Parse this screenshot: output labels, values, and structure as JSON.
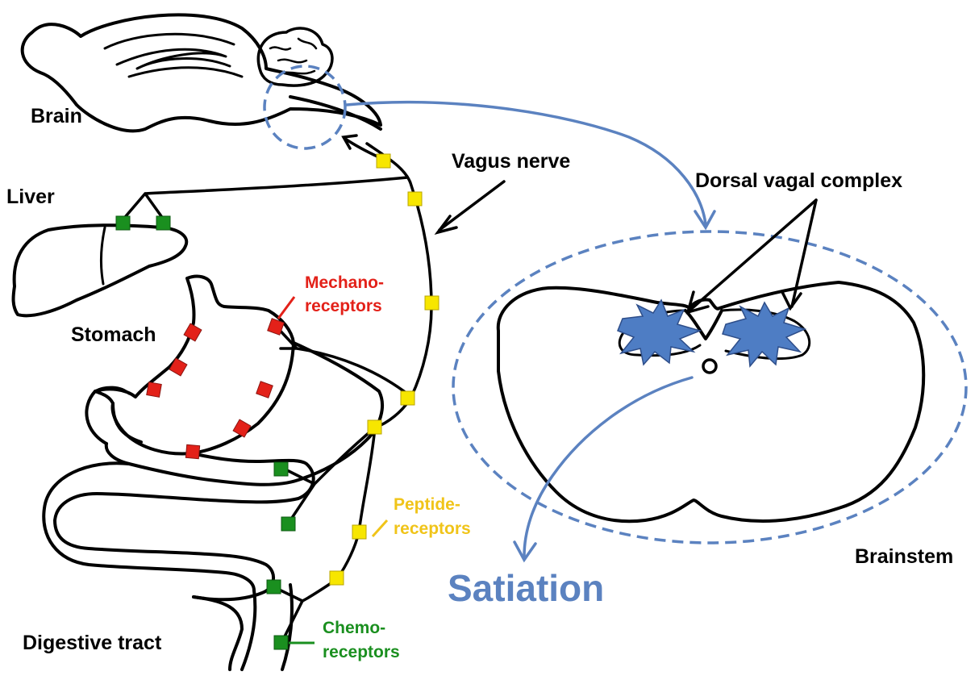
{
  "labels": {
    "brain": "Brain",
    "liver": "Liver",
    "stomach": "Stomach",
    "digestive_tract": "Digestive tract",
    "vagus_nerve": "Vagus nerve",
    "dorsal_vagal_complex": "Dorsal vagal complex",
    "brainstem": "Brainstem",
    "satiation": "Satiation",
    "mechanoreceptors_1": "Mechano-",
    "mechanoreceptors_2": "receptors",
    "peptide_receptors_1": "Peptide-",
    "peptide_receptors_2": "receptors",
    "chemoreceptors_1": "Chemo-",
    "chemoreceptors_2": "receptors"
  },
  "colors": {
    "text": "#000000",
    "mechanoreceptor": "#e32119",
    "peptide_receptor": "#f7e600",
    "chemoreceptor": "#1a8f1f",
    "dvc_blue": "#5b82c0",
    "peptide_label": "#f0c419",
    "chemo_label": "#1a8f1f"
  },
  "receptor_types": [
    "mechanoreceptor",
    "peptide-receptor",
    "chemoreceptor"
  ]
}
